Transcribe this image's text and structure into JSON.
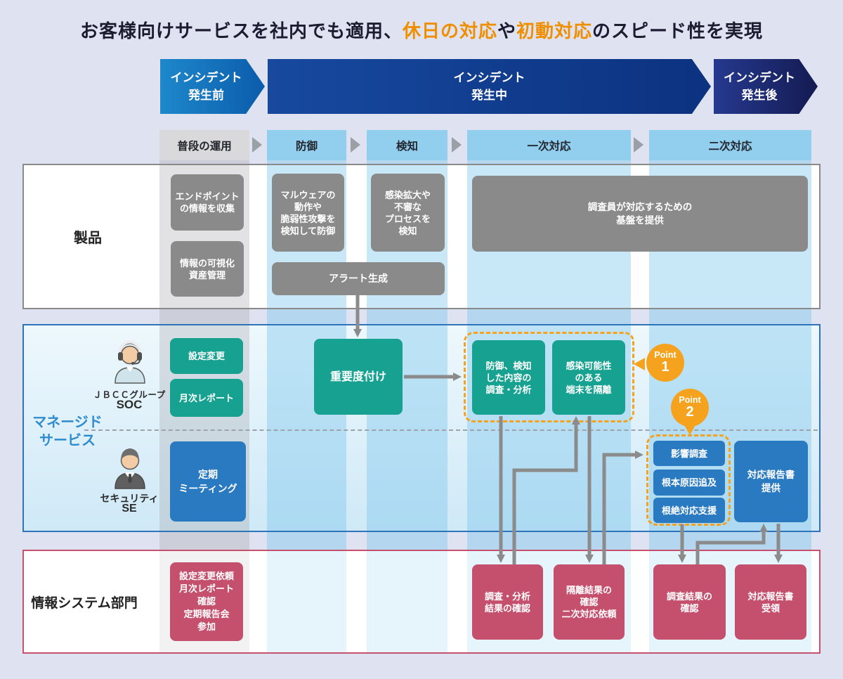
{
  "title": {
    "part1": "お客様向けサービスを社内でも適用、",
    "accent1": "休日の対応",
    "part2": "や",
    "accent2": "初動対応",
    "part3": "のスピード性を実現"
  },
  "banners": {
    "before": {
      "line1": "インシデント",
      "line2": "発生前"
    },
    "during": {
      "line1": "インシデント",
      "line2": "発生中"
    },
    "after": {
      "line1": "インシデント",
      "line2": "発生後"
    }
  },
  "phases": {
    "normal": "普段の運用",
    "defense": "防御",
    "detection": "検知",
    "primary": "一次対応",
    "secondary": "二次対応"
  },
  "product": {
    "label": "製品",
    "endpoint": "エンドポイント\nの情報を収集",
    "visualize": "情報の可視化\n資産管理",
    "malware": "マルウェアの\n動作や\n脆弱性攻撃を\n検知して防御",
    "infection": "感染拡大や\n不審な\nプロセスを\n検知",
    "alert": "アラート生成",
    "platform": "調査員が対応するための\n基盤を提供"
  },
  "managed": {
    "label": "マネージド\nサービス",
    "soc_org": "ＪＢＣＣグループ",
    "soc": "SOC",
    "se_role": "セキュリティ",
    "se": "SE",
    "config": "設定変更",
    "monthly": "月次レポート",
    "meeting": "定期\nミーティング",
    "triage": "重要度付け",
    "analysis": "防御、検知\nした内容の\n調査・分析",
    "isolation": "感染可能性\nのある\n端末を隔離",
    "impact": "影響調査",
    "root_cause": "根本原因追及",
    "eradication": "根絶対応支援",
    "report": "対応報告書\n提供"
  },
  "infosys": {
    "label": "情報システム部門",
    "routine": "設定変更依頼\n月次レポート\n確認\n定期報告会\n参加",
    "check_analysis": "調査・分析\n結果の確認",
    "check_isolation": "隔離結果の\n確認\n二次対応依頼",
    "check_result": "調査結果の\n確認",
    "receive_report": "対応報告書\n受領"
  },
  "points": {
    "p1_label": "Point",
    "p1_num": "1",
    "p2_label": "Point",
    "p2_num": "2"
  },
  "colors": {
    "accent_orange": "#ef8f00",
    "badge_orange": "#f5a31e",
    "teal": "#17a191",
    "box_blue": "#2a7ac2",
    "pink": "#c4506e",
    "chip_blue": "#92ceee",
    "arrow_gray": "#8b8b8b",
    "managed_border": "#2f74b9",
    "product_border": "#8a8a8a",
    "background": "#dfe2f1"
  }
}
